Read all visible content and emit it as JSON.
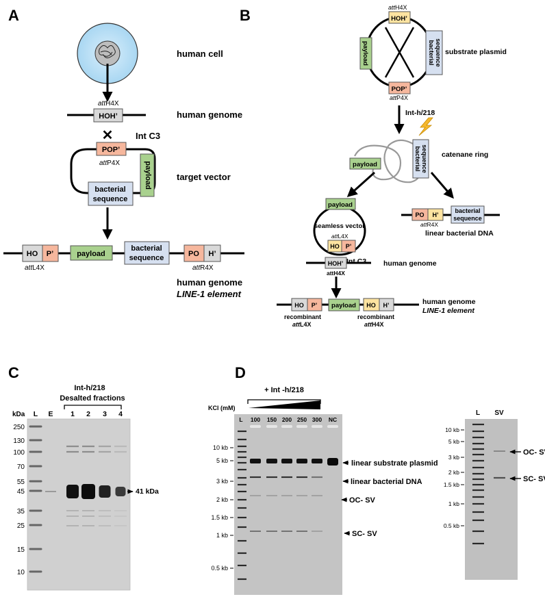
{
  "panelA": {
    "letter": "A",
    "labels": {
      "human_cell": "human cell",
      "human_genome": "human genome",
      "target_vector": "target vector",
      "genome_line1_title": "human genome",
      "genome_line1_sub": "LINE-1 element",
      "int_c3": "Int C3"
    },
    "sites": {
      "attH4X_pre": "att",
      "attH4X": "H4X",
      "attP4X_pre": "att",
      "attP4X": "P4X",
      "attL4X_pre": "att",
      "attL4X": "L4X",
      "attR4X_pre": "att",
      "attR4X": "R4X"
    },
    "boxes": {
      "hoh": "HOH’",
      "pop": "POP’",
      "payload": "payload",
      "bacterial1": "bacterial",
      "bacterial2": "sequence",
      "ho": "HO",
      "p": "P’",
      "po": "PO",
      "h": "H’"
    },
    "cross": "✕"
  },
  "panelB": {
    "letter": "B",
    "labels": {
      "substrate_plasmid": "substrate plasmid",
      "int_h218": "Int-h/218",
      "catenane_ring": "catenane ring",
      "seamless_vector": "seamless vector",
      "linear_bacterial_dna": "linear bacterial DNA",
      "int_c3": "Int C3",
      "human_genome": "human genome",
      "human_genome2": "human genome",
      "line1": "LINE-1 element",
      "recombinant1": "recombinant",
      "recombinant2": "recombinant"
    },
    "sites": {
      "attH4X_pre": "att",
      "attH4X": "H4X",
      "attP4X_pre": "att",
      "attP4X": "P4X",
      "attL4X_pre": "att",
      "attL4X": "L4X",
      "attR4X_pre": "att",
      "attR4X": "R4X",
      "attH4X_b": "attH4X",
      "attL4X_rec": "att",
      "attL4X_rec2": "L4X",
      "attH4X_rec": "att",
      "attH4X_rec2": "H4X"
    },
    "boxes": {
      "hoh": "HOH’",
      "pop": "POP’",
      "payload": "payload",
      "bacterial": "bacterial",
      "sequence": "sequence",
      "ho": "HO",
      "p": "P’",
      "po": "PO",
      "h": "H’"
    },
    "cross": "✕"
  },
  "panelC": {
    "letter": "C",
    "title1": "Int-h/218",
    "title2": "Desalted fractions",
    "kda": "kDa",
    "lanes": [
      "L",
      "E",
      "1",
      "2",
      "3",
      "4"
    ],
    "markers": [
      "250",
      "130",
      "100",
      "70",
      "55",
      "45",
      "35",
      "25",
      "15",
      "10"
    ],
    "band_label": "41 kDa"
  },
  "panelD": {
    "letter": "D",
    "title": "+ Int -h/218",
    "kcl": "KCl (mM)",
    "lanes": [
      "L",
      "100",
      "150",
      "200",
      "250",
      "300",
      "NC"
    ],
    "markers": [
      "10 kb",
      "5 kb",
      "3 kb",
      "2 kb",
      "1.5 kb",
      "1 kb",
      "0.5 kb"
    ],
    "annotations": {
      "linear_substrate": "linear substrate plasmid",
      "linear_bacterial": "linear bacterial DNA",
      "oc_sv": "OC- SV",
      "sc_sv": "SC- SV"
    },
    "gel2": {
      "lanes": [
        "L",
        "SV"
      ],
      "markers": [
        "10 kb",
        "5 kb",
        "3 kb",
        "2 kb",
        "1.5 kb",
        "1 kb",
        "0.5 kb"
      ],
      "oc_sv": "OC- SV",
      "sc_sv": "SC- SV"
    }
  },
  "colors": {
    "cell_fill": "#bfe3f7",
    "hoh_fill": "#d9d9d9",
    "orange_fill": "#f6b79d",
    "green_fill": "#a9d18e",
    "blue_fill": "#d6e0f0",
    "yellow_fill": "#fde3a0",
    "gel_bg": "#c8c8c8",
    "gel2_bg": "#c3c3c3"
  }
}
